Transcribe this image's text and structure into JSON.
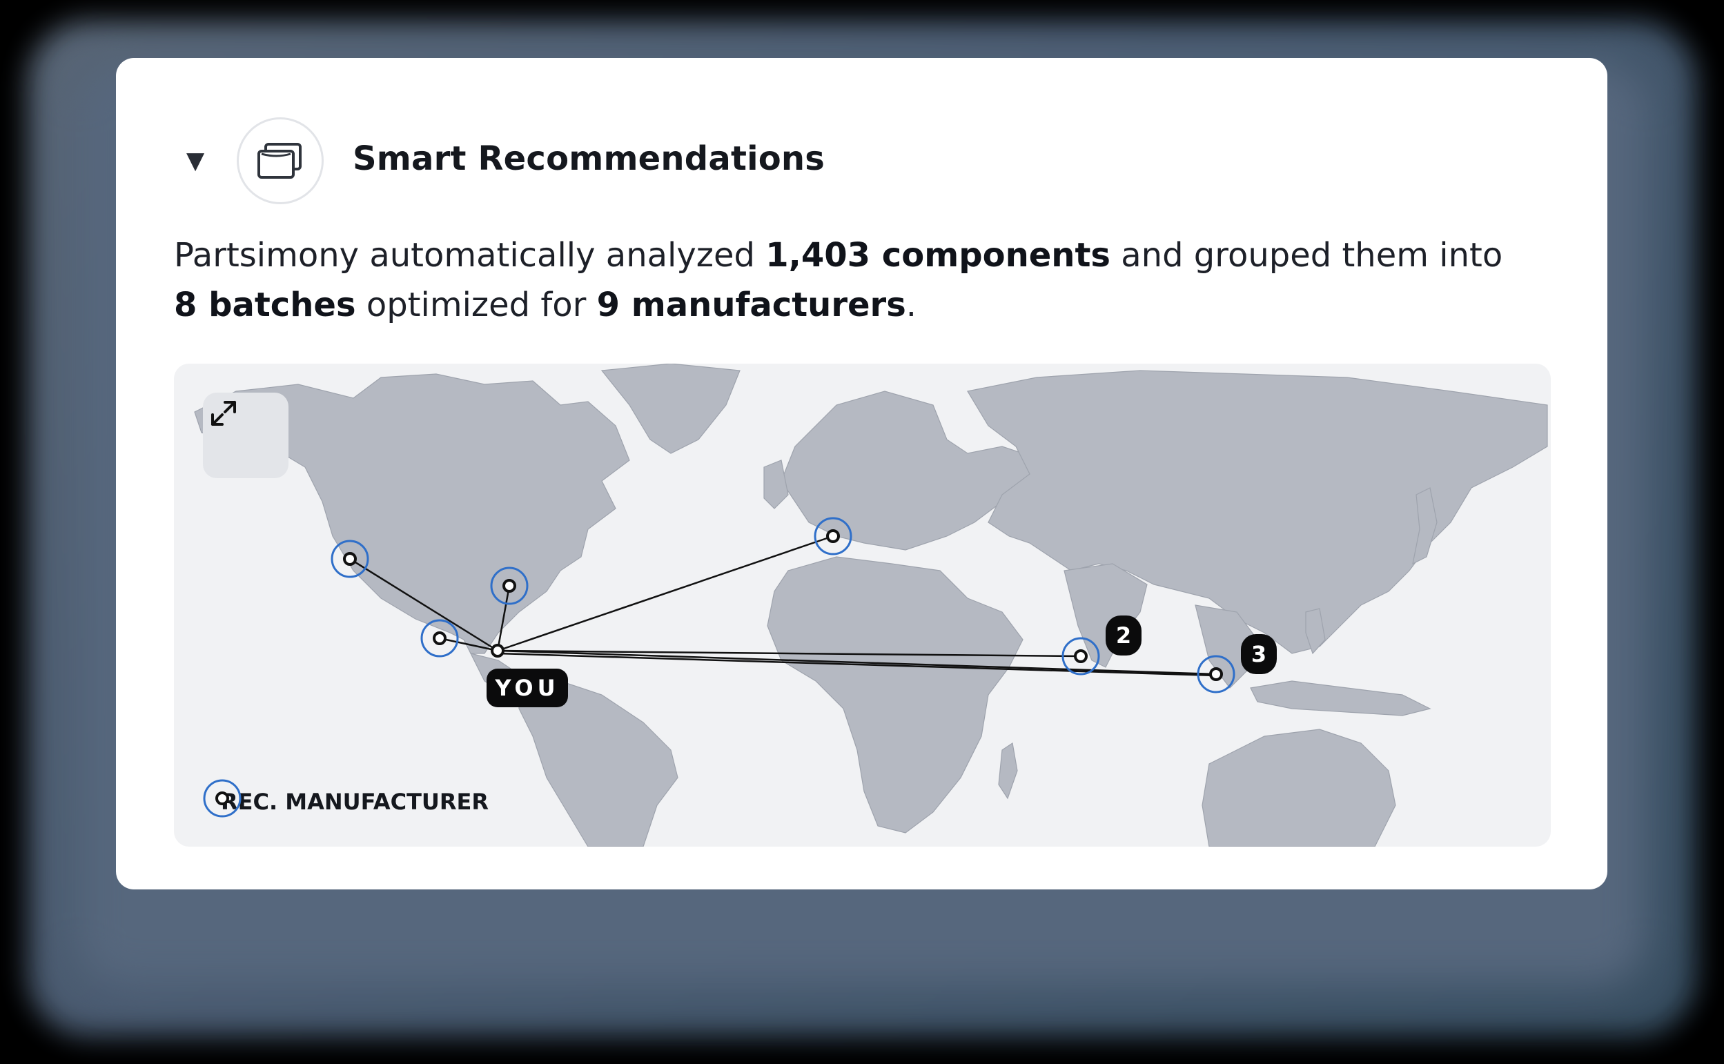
{
  "panel": {
    "title": "Smart Recommendations",
    "collapse_icon": "caret-down-icon",
    "header_icon": "windows-stack-icon"
  },
  "summary": {
    "intro": "Partsimony automatically analyzed ",
    "components": "1,403 components",
    "middle": " and grouped them into ",
    "batches": "8 batches",
    "optimized": " optimized for ",
    "manufacturers": "9 manufacturers",
    "end": "."
  },
  "map": {
    "expand_icon": "expand-arrows-icon",
    "you_label": "YOU",
    "badges": [
      "2",
      "3"
    ],
    "legend_label": "REC. MANUFACTURER",
    "accent_color": "#2f6fc9",
    "land_color": "#b5b9c2"
  }
}
